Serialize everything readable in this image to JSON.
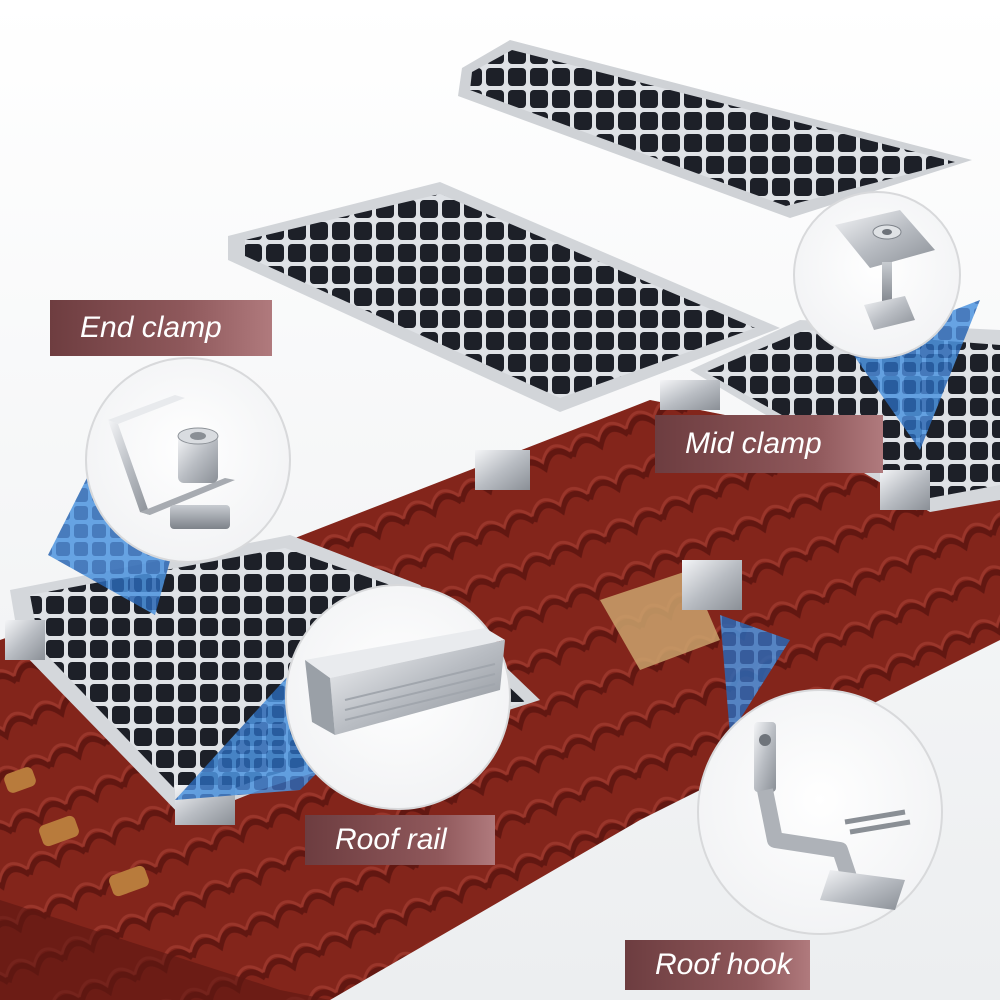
{
  "labels": {
    "end_clamp": "End clamp",
    "mid_clamp": "Mid clamp",
    "roof_rail": "Roof rail",
    "roof_hook": "Roof hook"
  },
  "colors": {
    "tile": "#8e2a20",
    "tile_shadow": "#5e1712",
    "panel_frame": "#d4d6da",
    "cell": "#1c1f26",
    "label_bg": "#7a4548",
    "callout_blue": "#2f79c9"
  }
}
